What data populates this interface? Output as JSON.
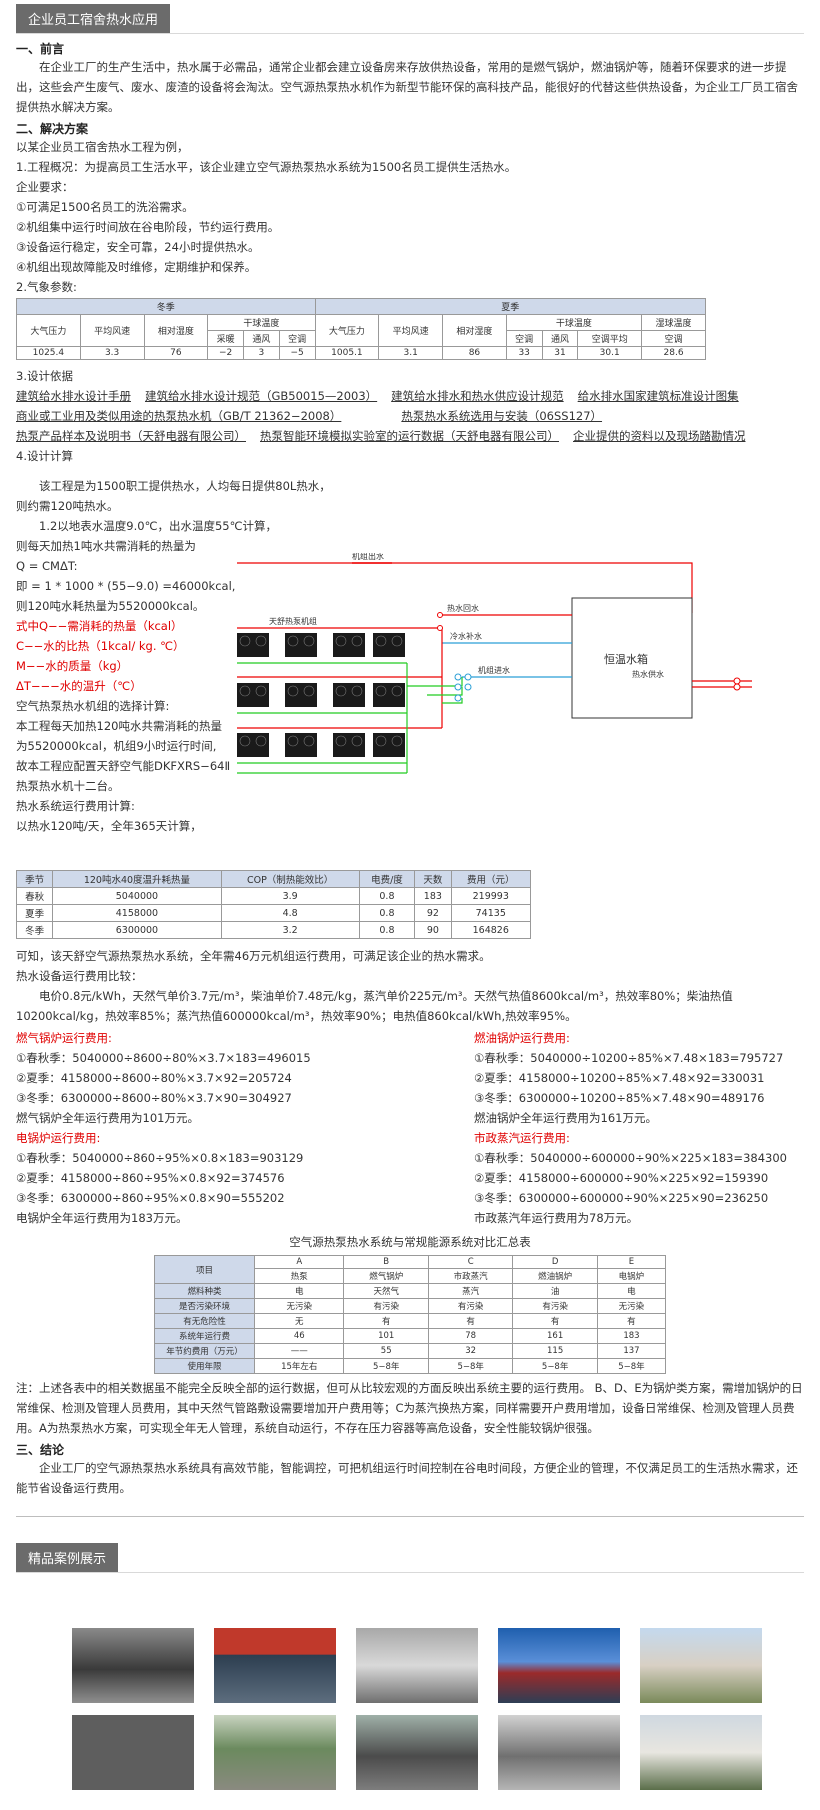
{
  "header": {
    "title": "企业员工宿舍热水应用"
  },
  "s1": {
    "heading": "一、前言",
    "para": "在企业工厂的生产生活中，热水属于必需品，通常企业都会建立设备房来存放供热设备，常用的是燃气锅炉，燃油锅炉等，随着环保要求的进一步提出，这些会产生废气、废水、废渣的设备将会淘汰。空气源热泵热水机作为新型节能环保的高科技产品，能很好的代替这些供热设备，为企业工厂员工宿舍提供热水解决方案。"
  },
  "s2": {
    "heading": "二、解决方案",
    "intro": "以某企业员工宿舍热水工程为例，",
    "p1": "1.工程概况：为提高员工生活水平，该企业建立空气源热泵热水系统为1500名员工提供生活热水。",
    "req_title": "企业要求：",
    "reqs": [
      "①可满足1500名员工的洗浴需求。",
      "②机组集中运行时间放在谷电阶段，节约运行费用。",
      "③设备运行稳定，安全可靠，24小时提供热水。",
      "④机组出现故障能及时维修，定期维护和保养。"
    ],
    "weather_title": "2.气象参数:"
  },
  "weather": {
    "winter": "冬季",
    "summer": "夏季",
    "pressure": "大气压力",
    "wind": "平均风速",
    "humidity": "相对湿度",
    "dry": "干球温度",
    "wet": "湿球温度",
    "heat": "采暖",
    "vent": "通风",
    "ac": "空调",
    "ac_avg": "空调平均",
    "w_vals": [
      "1025.4",
      "3.3",
      "76",
      "−2",
      "3",
      "−5"
    ],
    "s_vals": [
      "1005.1",
      "3.1",
      "86",
      "33",
      "31",
      "30.1",
      "28.6"
    ]
  },
  "s3": {
    "heading": "3.设计依据",
    "refs": [
      "建筑给水排水设计手册",
      "建筑给水排水设计规范（GB50015—2003）",
      "建筑给水排水和热水供应设计规范",
      "给水排水国家建筑标准设计图集",
      "商业或工业用及类似用途的热泵热水机（GB/T 21362−2008）",
      "热泵热水系统选用与安装（06SS127）",
      "热泵产品样本及说明书（天舒电器有限公司）",
      "热泵智能环境模拟实验室的运行数据（天舒电器有限公司）",
      "企业提供的资料以及现场踏勘情况"
    ]
  },
  "s4": {
    "heading": "4.设计计算",
    "lines": [
      "该工程是为1500职工提供热水，人均每日提供80L热水，",
      "则约需120吨热水。",
      "1.2以地表水温度9.0℃，出水温度55℃计算，",
      "则每天加热1吨水共需消耗的热量为",
      "Q = CMΔT:",
      "即 = 1 * 1000 * (55−9.0) =46000kcal,",
      "则120吨水耗热量为5520000kcal。"
    ],
    "red_lines": [
      "式中Q−−需消耗的热量（kcal）",
      "C−−水的比热（1kcal/ kg. ℃）",
      "M−−水的质量（kg）",
      "ΔT−−−水的温升（℃）"
    ],
    "lines2": [
      "空气热泵热水机组的选择计算:",
      "本工程每天加热120吨水共需消耗的热量",
      "为5520000kcal，机组9小时运行时间,",
      "故本工程应配置天舒空气能DKFXRS−64Ⅱ",
      "热泵热水机十二台。",
      "热水系统运行费用计算:",
      "以热水120吨/天，全年365天计算，"
    ]
  },
  "diagram": {
    "out": "机组出水",
    "back": "热水回水",
    "cold": "冷水补水",
    "in": "机组进水",
    "tank": "恒温水箱",
    "supply": "热水供水",
    "units": "天舒热泵机组"
  },
  "cost_table": {
    "headers": [
      "季节",
      "120吨水40度温升耗热量",
      "COP（制热能效比）",
      "电费/度",
      "天数",
      "费用（元）"
    ],
    "rows": [
      [
        "春秋",
        "5040000",
        "3.9",
        "0.8",
        "183",
        "219993"
      ],
      [
        "夏季",
        "4158000",
        "4.8",
        "0.8",
        "92",
        "74135"
      ],
      [
        "冬季",
        "6300000",
        "3.2",
        "0.8",
        "90",
        "164826"
      ]
    ]
  },
  "after": {
    "p1": "可知，该天舒空气源热泵热水系统，全年需46万元机组运行费用，可满足该企业的热水需求。",
    "p2": "热水设备运行费用比较：",
    "p3": "电价0.8元/kWh，天然气单价3.7元/m³，柴油单价7.48元/kg，蒸汽单价225元/m³。天然气热值8600kcal/m³，热效率80%；柴油热值10200kcal/kg，热效率85%；蒸汽热值600000kcal/m³，热效率90%；电热值860kcal/kWh,热效率95%。"
  },
  "gas": {
    "title": "燃气锅炉运行费用:",
    "items": [
      "①春秋季：5040000÷8600÷80%×3.7×183=496015",
      "②夏季：4158000÷8600÷80%×3.7×92=205724",
      "③冬季：6300000÷8600÷80%×3.7×90=304927",
      "燃气锅炉全年运行费用为101万元。"
    ]
  },
  "oil": {
    "title": "燃油锅炉运行费用:",
    "items": [
      "①春秋季：5040000÷10200÷85%×7.48×183=795727",
      "②夏季：4158000÷10200÷85%×7.48×92=330031",
      "③冬季：6300000÷10200÷85%×7.48×90=489176",
      "燃油锅炉全年运行费用为161万元。"
    ]
  },
  "elec": {
    "title": "电锅炉运行费用:",
    "items": [
      "①春秋季：5040000÷860÷95%×0.8×183=903129",
      "②夏季：4158000÷860÷95%×0.8×92=374576",
      "③冬季：6300000÷860÷95%×0.8×90=555202",
      "电锅炉全年运行费用为183万元。"
    ]
  },
  "steam": {
    "title": "市政蒸汽运行费用:",
    "items": [
      "①春秋季：5040000÷600000÷90%×225×183=384300",
      "②夏季：4158000÷600000÷90%×225×92=159390",
      "③冬季：6300000÷600000÷90%×225×90=236250",
      "市政蒸汽年运行费用为78万元。"
    ]
  },
  "compare": {
    "title": "空气源热泵热水系统与常规能源系统对比汇总表",
    "item": "项目",
    "cols": [
      "A",
      "B",
      "C",
      "D",
      "E"
    ],
    "names": [
      "热泵",
      "燃气锅炉",
      "市政蒸汽",
      "燃油锅炉",
      "电锅炉"
    ],
    "rows": [
      [
        "燃料种类",
        "电",
        "天然气",
        "蒸汽",
        "油",
        "电"
      ],
      [
        "是否污染环境",
        "无污染",
        "有污染",
        "有污染",
        "有污染",
        "无污染"
      ],
      [
        "有无危险性",
        "无",
        "有",
        "有",
        "有",
        "有"
      ],
      [
        "系统年运行费",
        "46",
        "101",
        "78",
        "161",
        "183"
      ],
      [
        "年节约费用（万元）",
        "——",
        "55",
        "32",
        "115",
        "137"
      ],
      [
        "使用年限",
        "15年左右",
        "5−8年",
        "5−8年",
        "5−8年",
        "5−8年"
      ]
    ]
  },
  "note": "注：上述各表中的相关数据虽不能完全反映全部的运行数据，但可从比较宏观的方面反映出系统主要的运行费用。    B、D、E为锅炉类方案，需增加锅炉的日常维保、检测及管理人员费用，其中天然气管路敷设需要增加开户费用等；C为蒸汽换热方案，同样需要开户费用增加，设备日常维保、检测及管理人员费用。A为热泵热水方案，可实现全年无人管理，系统自动运行，不存在压力容器等高危设备，安全性能较锅炉很强。",
  "s3c": {
    "heading": "三、结论",
    "para": "企业工厂的空气源热泵热水系统具有高效节能，智能调控，可把机组运行时间控制在谷电时间段，方便企业的管理，不仅满足员工的生活热水需求，还能节省设备运行费用。"
  },
  "cases": {
    "title": "精品案例展示"
  }
}
